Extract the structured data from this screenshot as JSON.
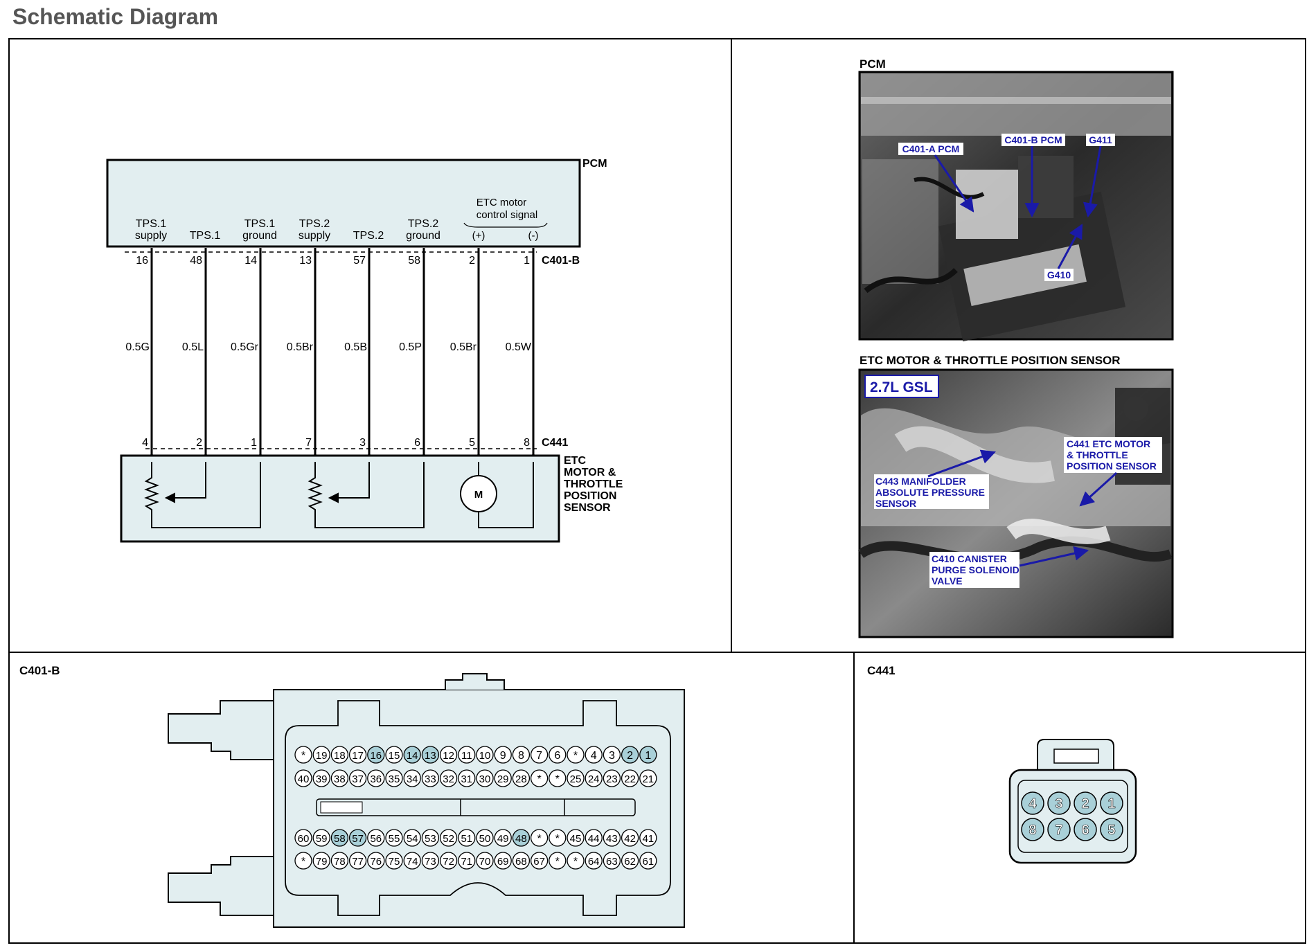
{
  "page": {
    "title": "Schematic Diagram"
  },
  "schematic": {
    "pcm_label": "PCM",
    "upper_connector": "C401-B",
    "lower_connector": "C441",
    "component_label": [
      "ETC",
      "MOTOR &",
      "THROTTLE",
      "POSITION",
      "SENSOR"
    ],
    "etc_motor_label": [
      "ETC motor",
      "control signal"
    ],
    "motor_symbol": "M",
    "pins": [
      {
        "top_label": [
          "TPS.1",
          "supply"
        ],
        "pcm_pin": "16",
        "wire": "0.5G",
        "sensor_pin": "4"
      },
      {
        "top_label": [
          "TPS.1"
        ],
        "pcm_pin": "48",
        "wire": "0.5L",
        "sensor_pin": "2"
      },
      {
        "top_label": [
          "TPS.1",
          "ground"
        ],
        "pcm_pin": "14",
        "wire": "0.5Gr",
        "sensor_pin": "1"
      },
      {
        "top_label": [
          "TPS.2",
          "supply"
        ],
        "pcm_pin": "13",
        "wire": "0.5Br",
        "sensor_pin": "7"
      },
      {
        "top_label": [
          "TPS.2"
        ],
        "pcm_pin": "57",
        "wire": "0.5B",
        "sensor_pin": "3"
      },
      {
        "top_label": [
          "TPS.2",
          "ground"
        ],
        "pcm_pin": "58",
        "wire": "0.5P",
        "sensor_pin": "6"
      },
      {
        "top_label": [
          "(+)"
        ],
        "pcm_pin": "2",
        "wire": "0.5Br",
        "sensor_pin": "5"
      },
      {
        "top_label": [
          "(-)"
        ],
        "pcm_pin": "1",
        "wire": "0.5W",
        "sensor_pin": "8"
      }
    ]
  },
  "photos": {
    "pcm": {
      "title": "PCM",
      "callouts": [
        "C401-A PCM",
        "C401-B PCM",
        "G411",
        "G410"
      ]
    },
    "etc": {
      "title": "ETC MOTOR & THROTTLE POSITION SENSOR",
      "badge": "2.7L GSL",
      "callouts": [
        [
          "C441 ETC MOTOR",
          "& THROTTLE",
          "POSITION SENSOR"
        ],
        [
          "C443 MANIFOLDER",
          "ABSOLUTE PRESSURE",
          "SENSOR"
        ],
        [
          "C410 CANISTER",
          "PURGE SOLENOID",
          "VALVE"
        ]
      ]
    }
  },
  "connectors": {
    "c401b": {
      "title": "C401-B",
      "row1": [
        "*",
        "19",
        "18",
        "17",
        "16",
        "15",
        "14",
        "13",
        "12",
        "11",
        "10",
        "9",
        "8",
        "7",
        "6",
        "*",
        "4",
        "3",
        "2",
        "1"
      ],
      "row2": [
        "40",
        "39",
        "38",
        "37",
        "36",
        "35",
        "34",
        "33",
        "32",
        "31",
        "30",
        "29",
        "28",
        "*",
        "*",
        "25",
        "24",
        "23",
        "22",
        "21"
      ],
      "row3": [
        "60",
        "59",
        "58",
        "57",
        "56",
        "55",
        "54",
        "53",
        "52",
        "51",
        "50",
        "49",
        "48",
        "*",
        "*",
        "45",
        "44",
        "43",
        "42",
        "41"
      ],
      "row4": [
        "*",
        "79",
        "78",
        "77",
        "76",
        "75",
        "74",
        "73",
        "72",
        "71",
        "70",
        "69",
        "68",
        "67",
        "*",
        "*",
        "64",
        "63",
        "62",
        "61"
      ],
      "highlighted": [
        "16",
        "14",
        "13",
        "2",
        "1",
        "58",
        "57",
        "48"
      ]
    },
    "c441": {
      "title": "C441",
      "row1": [
        "4",
        "3",
        "2",
        "1"
      ],
      "row2": [
        "8",
        "7",
        "6",
        "5"
      ]
    }
  },
  "colors": {
    "box_fill": "#e2eef0",
    "pin_highlight": "#a9d0d8",
    "callout_text": "#1a1aa8",
    "title_gray": "#555555"
  }
}
